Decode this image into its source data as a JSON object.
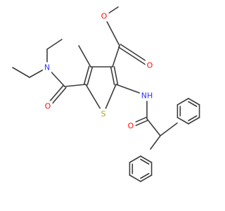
{
  "atoms": {
    "N_amide": {
      "label": "N",
      "color": "#3232ff"
    },
    "O_amide": {
      "label": "O",
      "color": "#ff0d0d"
    },
    "S_ring": {
      "label": "S",
      "color": "#b2a600"
    },
    "O_ester_carbonyl": {
      "label": "O",
      "color": "#ff0d0d"
    },
    "O_ester_ether": {
      "label": "O",
      "color": "#ff0d0d"
    },
    "NH_amide": {
      "label": "NH",
      "color": "#3232ff"
    },
    "O_diphenylacetyl": {
      "label": "O",
      "color": "#ff0d0d"
    }
  },
  "colors": {
    "bond": "#3c3c3c",
    "background": "#ffffff"
  }
}
